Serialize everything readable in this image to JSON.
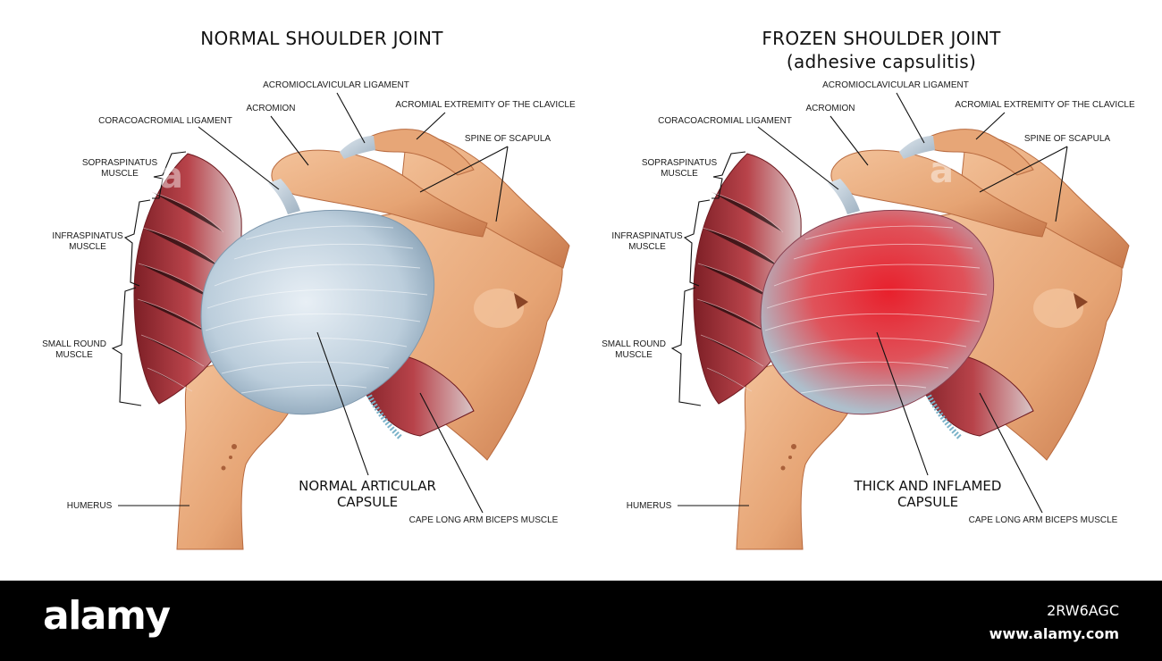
{
  "left": {
    "title": "NORMAL SHOULDER JOINT",
    "labels": {
      "acromioclavicular": "ACROMIOCLAVICULAR LIGAMENT",
      "coracoacromial": "CORACOACROMIAL LIGAMENT",
      "acromion": "ACROMION",
      "acromial_extremity": "ACROMIAL EXTREMITY OF THE CLAVICLE",
      "spine": "SPINE OF SCAPULA",
      "supraspinatus_1": "SOPRASPINATUS",
      "supraspinatus_2": "MUSCLE",
      "infraspinatus_1": "INFRASPINATUS",
      "infraspinatus_2": "MUSCLE",
      "small_round_1": "SMALL ROUND",
      "small_round_2": "MUSCLE",
      "humerus": "HUMERUS",
      "capsule_1": "NORMAL ARTICULAR",
      "capsule_2": "CAPSULE",
      "biceps": "CAPE LONG ARM BICEPS MUSCLE"
    }
  },
  "right": {
    "title": "FROZEN SHOULDER JOINT",
    "subtitle": "(adhesive capsulitis)",
    "labels": {
      "acromioclavicular": "ACROMIOCLAVICULAR LIGAMENT",
      "coracoacromial": "CORACOACROMIAL LIGAMENT",
      "acromion": "ACROMION",
      "acromial_extremity": "ACROMIAL EXTREMITY OF THE CLAVICLE",
      "spine": "SPINE OF SCAPULA",
      "supraspinatus_1": "SOPRASPINATUS",
      "supraspinatus_2": "MUSCLE",
      "infraspinatus_1": "INFRASPINATUS",
      "infraspinatus_2": "MUSCLE",
      "small_round_1": "SMALL ROUND",
      "small_round_2": "MUSCLE",
      "humerus": "HUMERUS",
      "capsule_1": "THICK AND INFLAMED",
      "capsule_2": "CAPSULE",
      "biceps": "CAPE LONG ARM BICEPS MUSCLE"
    }
  },
  "footer": {
    "logo": "alamy",
    "image_id": "2RW6AGC",
    "site": "www.alamy.com"
  },
  "colors": {
    "bone": "#e8a878",
    "bone_dark": "#c97b4e",
    "muscle": "#a8323a",
    "capsule_normal": "#c9d8e4",
    "capsule_inflamed": "#e0303a",
    "footer_bg": "#000000"
  }
}
